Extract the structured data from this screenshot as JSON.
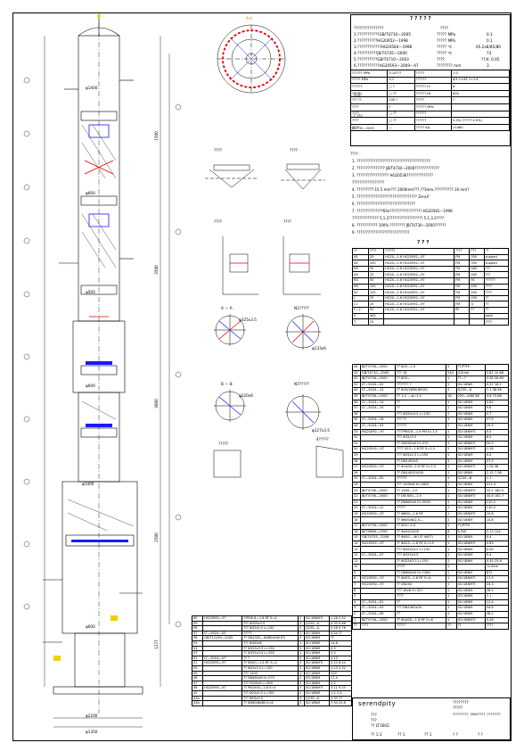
{
  "design_table": {
    "title": "? ? ? ? ?",
    "header_right": "????",
    "left_items": [
      "???????????????",
      "1.???????????GB/T4710—2005",
      "2.??????????HG20652—1998",
      "3.????????????HG20584—1998",
      "4.??????????JB/T4735—2000",
      "5.??????????GB/T4710—2003",
      "6.???????????HG20593—2009—47"
    ],
    "right_rows": [
      [
        "????? MPa",
        "0.1"
      ],
      [
        "????? MPa",
        "0.1"
      ],
      [
        "????? ℃",
        "65.2x8/85/80"
      ],
      [
        "????? ℃",
        "73"
      ],
      [
        "????",
        "??/4, 0.05"
      ],
      [
        "???????? mm",
        "3"
      ]
    ],
    "mid_rows": [
      [
        "?????? MPa",
        "0.14???",
        "?????",
        "1.0"
      ],
      [
        "????? MPa",
        "0.1",
        "??????",
        "6/1+1.61→=1.4"
      ],
      [
        "??????",
        "□ ?",
        "?????? m",
        "8"
      ],
      [
        "?????",
        "□ ??",
        "?????? Pa",
        "600"
      ],
      [
        "??? ??",
        "100 ?",
        "?????",
        "?"
      ],
      [
        "????",
        "?",
        "?????? MPa",
        ""
      ],
      [
        "????",
        "□ ??",
        "??????",
        ""
      ],
      [
        "????",
        "□ ??",
        "??????",
        "0.5% (????? 4.9%)"
      ],
      [
        "????",
        "—",
        "????? Kg",
        "11460"
      ]
    ],
    "side_labels": [
      "A.B?",
      "?",
      "C.D?",
      "JB4730—2005"
    ]
  },
  "notes": {
    "heading": "????:",
    "lines": [
      "1. ???????????????????????????????????????",
      "2. ??????????????? JB/T4730—2000?????????????",
      "3. ????????????????? HG20536??????????????",
      "   ?????????????????",
      "4. ????????? 15.5 mm??? 2000mm???,??3mm,?????????? 30 mm?",
      "5. ???????????????????????????????? Zeral?",
      "6. ???????????????????????????????",
      "7. ??????????????60x????????????????? HG20581—1998",
      "   ?????????????? 5.1.2?????????????????? 5.1.3.2????",
      "8. ??????????? 100% ???????? JB/T4730—2000??????",
      "9. ????????????????????????????"
    ]
  },
  "nozzle_table": {
    "title": "? ? ?",
    "headers": [
      "??",
      "????",
      "??????",
      "????",
      "???",
      "??"
    ],
    "rows": [
      [
        "N1",
        "25",
        "HG20—1.6 HG20592—97",
        "FM",
        "350",
        "support"
      ],
      [
        "N2",
        "200",
        "HG20—1.6 HG20592—97",
        "FM",
        "350",
        "support"
      ],
      [
        "N3",
        "32",
        "HG20—1.6 HG20592—97",
        "FM",
        "400",
        "???"
      ],
      [
        "N4",
        "25",
        "HG20—1.6 HG20592—97",
        "FM",
        "400",
        "???"
      ],
      [
        "M1",
        "40",
        "HG20—1.6 HG20592—97",
        "FM",
        "91",
        "??????"
      ],
      [
        "M2",
        "100",
        "HG20—1.6 HG20592—97",
        "FM",
        "450",
        "????"
      ],
      [
        "N7",
        "100",
        "HG20—1.6 HG20592—97",
        "FM",
        "450",
        "????"
      ],
      [
        "L",
        "25",
        "HG20—1.6 HG20592—97",
        "FM",
        "450",
        "??"
      ],
      [
        "L1",
        "25",
        "HG20—1.6 HG20592—97",
        "FM",
        "×",
        "??"
      ],
      [
        "F—2",
        "50",
        "HG20—1.6 HG20592—97",
        "RF",
        "??",
        "??"
      ],
      [
        "S",
        "400",
        "",
        "",
        "",
        "bank"
      ],
      [
        "T",
        "25",
        "",
        "",
        "",
        "????"
      ]
    ]
  },
  "parts_right": {
    "rows": [
      [
        "44",
        "JB/T4736—2000",
        "?? 800—1.0",
        "5",
        "??/PTFE",
        ""
      ],
      [
        "43",
        "GB/T4710—2005",
        "??? 16",
        "240",
        "4.5mm",
        "0.82 10.88"
      ],
      [
        "42",
        "JB/T4736—2000",
        "?? 800—",
        "1",
        "??—?",
        "3.38 26.89"
      ],
      [
        "41",
        "LT—3024—02",
        "??????? ?",
        "1",
        "0Cr18Ni9",
        "0.21 16.1"
      ],
      [
        "40",
        "LT—3024—13",
        "?? 800/1600(Φ510)",
        "1",
        "Q235—A",
        "7.1 38.56"
      ],
      [
        "39",
        "JB/T4736—2000",
        "?? 1.0 — φ=1.0",
        "16",
        "250—4/80 BE",
        "4.8 75.88"
      ],
      [
        "38",
        "LT—3024—14",
        "??",
        "1",
        "0Cr18Ni9",
        "0.81"
      ],
      [
        "37",
        "LT—3024—15",
        "??",
        "1",
        "0Cr18Ni9",
        "9.8"
      ],
      [
        "36",
        "",
        "??? Φ325x3.5 L=150",
        "1",
        "0Cr18Ni9",
        "0.7"
      ],
      [
        "35",
        "LT—3024—16",
        "??? ??",
        "1",
        "0Cr18Ni9",
        "27.5"
      ],
      [
        "34",
        "LT—3024—03",
        "??????",
        "1",
        "0Cr18Ni9",
        "20.5"
      ],
      [
        "33",
        "HG20592—97",
        "????PN0.6—1.6 PN S=1.5",
        "1",
        "0Cr18Ni9Ti",
        "0.5"
      ],
      [
        "32",
        "",
        "??? Φ32x3.5",
        "1",
        "0Cr18Ni9",
        "6.5"
      ],
      [
        "31",
        "",
        "?? DN500x6 H=370",
        "1",
        "0Cr18Ni9Ti",
        "20.5"
      ],
      [
        "30",
        "HG20592—97",
        "???? 425—1.6 RF S=1.5",
        "1",
        "0Cr18Ni9Ti",
        "1.26"
      ],
      [
        "29",
        "",
        "??? Φ25x2.5 L=250",
        "1",
        "0Cr18Ni9",
        "0.4"
      ],
      [
        "28",
        "",
        "?? DN1400x5",
        "1",
        "0Cr18Ni9",
        "27.5"
      ],
      [
        "27",
        "HG20592—97",
        "?? Φ1400—1.6 RF S=1.5",
        "1",
        "0Cr18Ni9Ti",
        "1.26 38"
      ],
      [
        "26",
        "",
        "?? DN1400/1000",
        "1",
        "0Cr18Ni9",
        "2.15 7.38"
      ],
      [
        "25",
        "LT—3024—05",
        "??????",
        "1",
        "Q235—B",
        "1.1"
      ],
      [
        "24",
        "",
        "??? 1400x6 H=2825",
        "1",
        "0Cr18Ni9",
        "411.4"
      ],
      [
        "23",
        "JB/T4736—2000",
        "?? 1400—1.0",
        "1",
        "0Cr18Ni9Ti",
        "32.2 180.5"
      ],
      [
        "22",
        "JB/T4736—2000",
        "?? DN 600—1.0",
        "1",
        "0Cr18Ni9Ti",
        "40.6 162.7"
      ],
      [
        "21",
        "",
        "?? DN600x6 H=3030",
        "1",
        "0Cr18Ni9",
        "110.2"
      ],
      [
        "20",
        "LT—3024—12",
        "?????",
        "1",
        "0Cr18Ni9",
        "110.2"
      ],
      [
        "19",
        "HG20592—97",
        "?? Φ600—1.6 RF",
        "1",
        "0Cr18Ni9Ti",
        "10.8"
      ],
      [
        "18",
        "",
        "?? Φ600x6/2.5—",
        "2",
        "0Cr18Ni9",
        "10.8"
      ],
      [
        "17",
        "JB/T4736—2000",
        "?? 600—1.0",
        "1",
        "??/PTFE",
        ""
      ],
      [
        "16",
        "JB/T9886—1999",
        "?? Φ400/1000",
        "6",
        "5.5W",
        "2.13 124"
      ],
      [
        "15",
        "GB/T4705—2006",
        "?? Φ400 —Φ0.5? Φ(E?)",
        "1",
        "0Cr18Ni9",
        "0.4"
      ],
      [
        "14",
        "HG20592—97",
        "?? Φ425—1.6 RF S=3.5",
        "1",
        "0Cr18Ni9Ti",
        "0.63"
      ],
      [
        "13",
        "",
        "??? Φ325x3.5 L=150",
        "1",
        "0Cr18Ni9",
        "0.49"
      ],
      [
        "12",
        "LT—3024—07",
        "??? Φ325x3.5",
        "1",
        "0Cr18Ni9",
        "0.4"
      ],
      [
        "11",
        "",
        "?? Φ325x3.5 L=150",
        "1",
        "0Cr18Ni9",
        "0.54 25.6"
      ],
      [
        "10",
        "",
        "?????",
        "1",
        "",
        "?2.44m"
      ],
      [
        "9",
        "",
        "?? DN600x6 H=7280",
        "1",
        "0Cr18Ni9",
        "872"
      ],
      [
        "8",
        "HG20592—97",
        "?? Φ425—1.6 RF S=4",
        "1",
        "0Cr18Ni9Ti",
        "11.5"
      ],
      [
        "7",
        "HG20592—97",
        "?? DN200",
        "1",
        "0Cr18Ni9Ti",
        "24.3"
      ],
      [
        "6",
        "",
        "??? 18x6 H=327",
        "1",
        "0Cr18Ni9",
        "28.1"
      ],
      [
        "5",
        "",
        "????",
        "1",
        "0Cr18Ni9",
        "1.1"
      ],
      [
        "4",
        "LT—3024—02",
        "??",
        "1",
        "0Cr18Ni9",
        "12.4"
      ],
      [
        "3",
        "LT—3024—03",
        "??? DN1400x10",
        "1",
        "0Cr18Ni9",
        "54.6"
      ],
      [
        "2",
        "LT—3024—06",
        "??",
        "1",
        "0Cr18Ni9",
        "38.2"
      ],
      [
        "1",
        "JB/T4736—2000",
        "?? Φ1400—1.6 RF S=6",
        "1",
        "0Cr18Ni9Ti",
        "5.26"
      ]
    ],
    "header": [
      "??",
      "????",
      "?????",
      "??",
      "??",
      "????"
    ]
  },
  "parts_left": {
    "rows": [
      [
        "60",
        "HG20592—97",
        "??PN0.6—1.6 RF S=4",
        "2",
        "0Cr18Ni9Ti",
        "1.26 2.52"
      ],
      [
        "59",
        "",
        "??? Φ325x3.5",
        "1",
        "Q235—A",
        "0.33 0.66"
      ],
      [
        "58",
        "",
        "??? Φ32x3.5 L=150",
        "2",
        "Q235—A",
        "0.26 0.76"
      ],
      [
        "57",
        "LT—3024—03",
        "?????",
        "1",
        "0Cr18Ni9",
        "0.24 ??"
      ],
      [
        "56",
        "GB/T12459—2005",
        "?? DN1020—Φ480x6(Φ E?)",
        "2",
        "0Cr18Ni9",
        "??"
      ],
      [
        "55",
        "",
        "??? Φ450x6",
        "1",
        "0Cr18Ni9",
        "14.8"
      ],
      [
        "54",
        "",
        "?? Φ325x3.5 L=150",
        "1",
        "0Cr18Ni9",
        "0.5"
      ],
      [
        "53",
        "",
        "?? Φ325x3.5 L=250",
        "1",
        "0Cr18Ni9",
        "0.4"
      ],
      [
        "52",
        "LT—3024—07",
        "?? ?",
        "1",
        "0Cr18Ni9",
        "1.13"
      ],
      [
        "51",
        "HG20595—97",
        "?? Φ500—1.6 RF S=4",
        "2",
        "0Cr18Ni9Ti",
        "4.22 8.44"
      ],
      [
        "50",
        "",
        "?? Φ25x3.5 L=150",
        "1",
        "0Cr18Ni9",
        "1.10 2.32"
      ],
      [
        "49",
        "",
        "??? 1400",
        "1",
        "0Cr18Ni9",
        "120"
      ],
      [
        "48",
        "",
        "?? DN600x6 H=270",
        "1",
        "0Cr18Ni9",
        "21.4"
      ],
      [
        "47",
        "",
        "??? 2000x5 L=300",
        "1",
        "0Cr18Ni9",
        "2.2"
      ],
      [
        "46",
        "HG20595—97",
        "?? PN1000—1.6 S=4",
        "3",
        "0Cr18Ni9Ti",
        "3.11 9.33"
      ],
      [
        "45",
        "",
        "??? Φ25x3.5 L=100",
        "1",
        "0Cr18Ni9",
        "1.2 2.4"
      ],
      [
        "44b",
        "",
        "??? Φ25x3.5",
        "1",
        "Q235—A",
        "0.33 ??"
      ],
      [
        "43b",
        "",
        "?? Φ560/Φ480 δ=8",
        "2",
        "0Cr18Ni9",
        "7.94 23.8"
      ]
    ]
  },
  "title_block": {
    "brand": "serendpity",
    "right_top": [
      "????????",
      "?????"
    ],
    "name_1": "???",
    "name_2": "???",
    "name_3": "?????",
    "drawing_no": "?? LT3002",
    "scale": "1:1",
    "right_note": "?????????, 3500????, ????????",
    "bottom_cells": [
      "?? 1:1",
      "?? 1",
      "?? 1",
      "? ?",
      "? ?"
    ]
  },
  "drawing_labels": {
    "top_label": "A-A",
    "view_titles": [
      "????",
      "????",
      "????",
      "????",
      "N1?????",
      "N7?????",
      "??",
      "A — A",
      "B — B",
      "?????",
      "4?????"
    ],
    "dims_column": [
      "φ1400",
      "φ600",
      "φ500",
      "φ600",
      "φ1400",
      "φ600",
      "φ2200",
      "φ1350"
    ],
    "height_dims": [
      "1500",
      "3500",
      "3000",
      "2500",
      "1277"
    ],
    "callouts": [
      "φ325x3.5",
      "φ220x6",
      "φ133x6",
      "φ127x3.5"
    ]
  },
  "colors": {
    "line": "#000000",
    "blue_accent": "#1a1aff",
    "red_accent": "#e00000",
    "yellow_accent": "#f0d000"
  }
}
